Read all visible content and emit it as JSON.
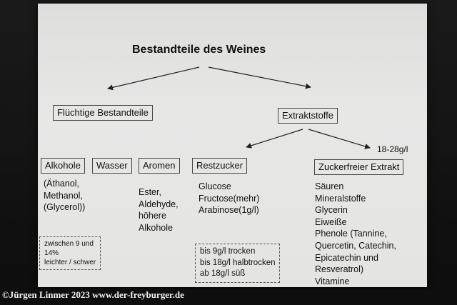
{
  "title": "Bestandteile des Weines",
  "left_branch": {
    "label": "Flüchtige Bestandteile",
    "categories": {
      "alkohole": "Alkohole",
      "wasser": "Wasser",
      "aromen": "Aromen"
    },
    "alkohole_detail": "(Äthanol,\nMethanol,\n(Glycerol))",
    "alkohole_note": "zwischen 9 und\n14%\nleichter / schwer",
    "aromen_detail": "Ester,\nAldehyde,\nhöhere\nAlkohole"
  },
  "right_branch": {
    "label": "Extraktstoffe",
    "amount": "18-28g/l",
    "restzucker": {
      "label": "Restzucker",
      "detail": "Glucose\nFructose(mehr)\nArabinose(1g/l)",
      "note": "bis 9g/l trocken\nbis 18g/l halbtrocken\nab 18g/l süß"
    },
    "zuckerfreier": {
      "label": "Zuckerfreier Extrakt",
      "detail": "Säuren\nMineralstoffe\nGlycerin\nEiweiße\nPhenole (Tannine,\nQuercetin, Catechin,\nEpicatechin und\nResveratrol)\nVitamine"
    }
  },
  "credit": "©Jürgen Linmer 2023 www.der-freyburger.de"
}
